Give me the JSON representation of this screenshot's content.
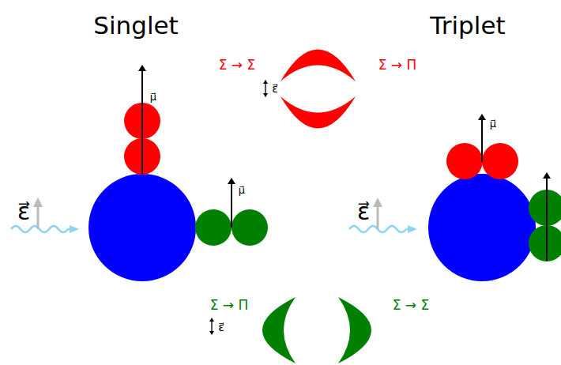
{
  "diagram": {
    "labels": [
      "Singlet",
      "Triplet",
      "Σ → Σ",
      "Σ → Π",
      "ε⃗",
      "μ⃗",
      "μ⃗",
      "ε⃗",
      "μ⃗",
      "ε⃗",
      "Σ → Π",
      "Σ → Σ",
      "ε⃗"
    ]
  }
}
